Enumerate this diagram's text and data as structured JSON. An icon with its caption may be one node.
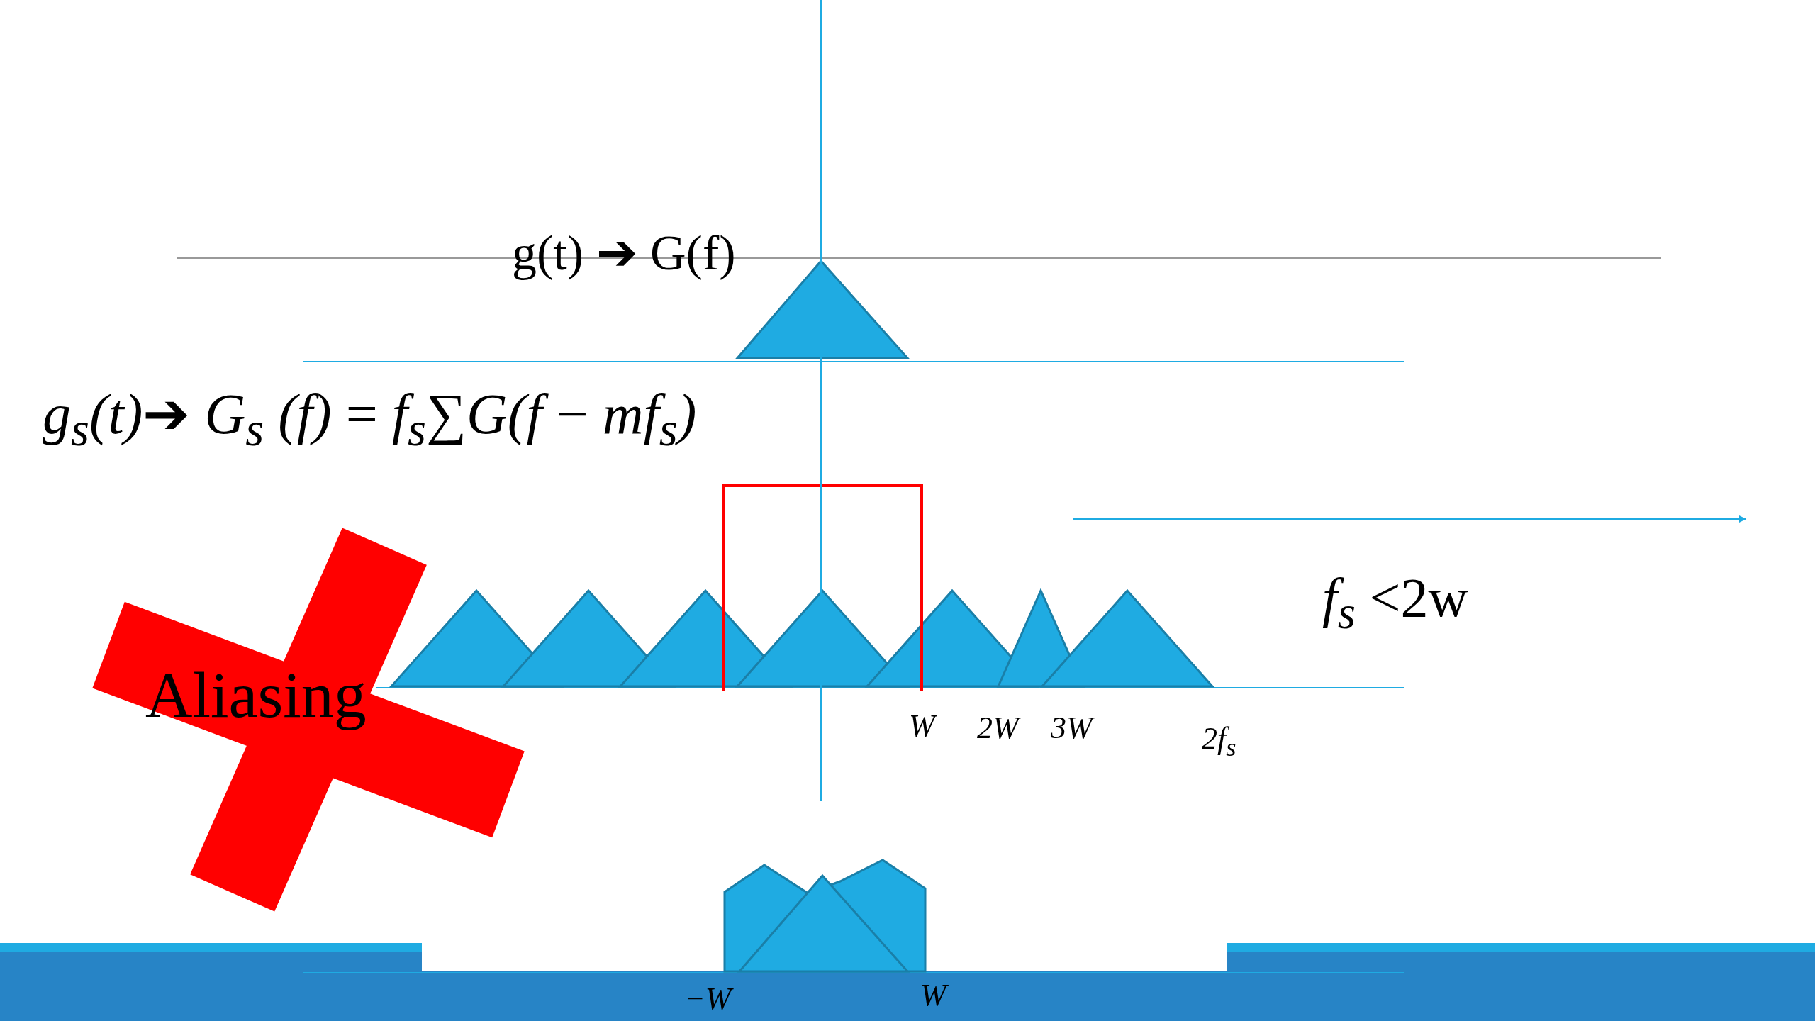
{
  "diagram": {
    "labels": [
      "g(t) ➔ G(f)",
      "*g$_{s}$(t)*➔ *G$_{s}$ (f)* = *f$_{s}$*∑*G(f* − *mf$_{s}$)*",
      "*f$_{s}$* <2w",
      "Aliasing",
      "W",
      "2W",
      "3W",
      "2f$_{s}$",
      "−W",
      "W"
    ]
  }
}
